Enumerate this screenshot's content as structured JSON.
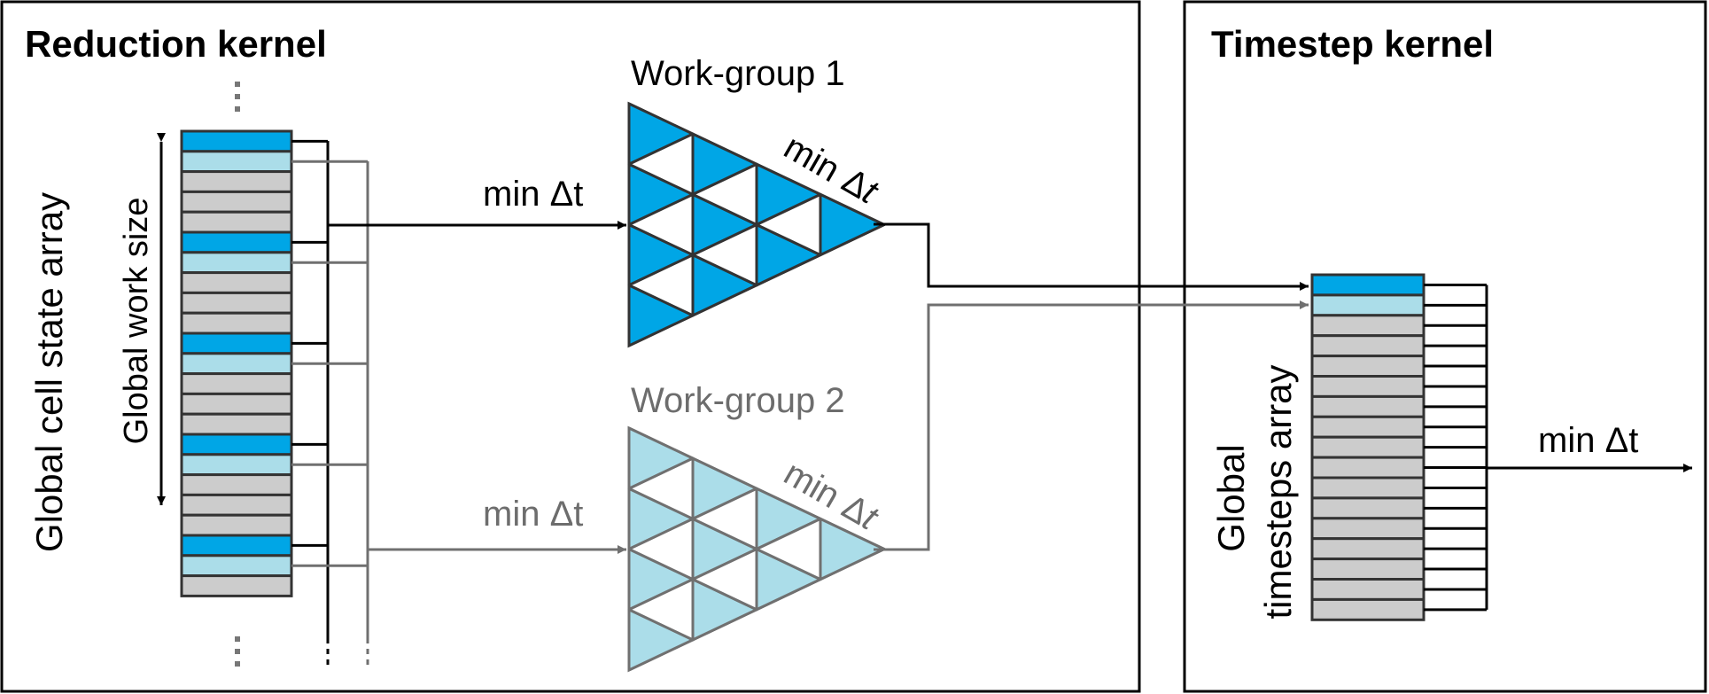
{
  "reduction_kernel": {
    "title": "Reduction kernel",
    "array_label": "Global cell state array",
    "work_size_label": "Global work size"
  },
  "workgroups": [
    {
      "title": "Work-group 1",
      "input_label": "min Δt",
      "output_label_prefix": "min Δ",
      "output_label_var": "t"
    },
    {
      "title": "Work-group 2",
      "input_label": "min Δt",
      "output_label_prefix": "min Δ",
      "output_label_var": "t"
    }
  ],
  "timestep_kernel": {
    "title": "Timestep kernel",
    "array_label_line1": "Global",
    "array_label_line2": "timesteps array",
    "output_label": "min Δt"
  },
  "colors": {
    "accent_blue": "#00a6e6",
    "light_blue": "#abdde9",
    "cell_gray": "#cccccc",
    "border": "#333333",
    "line_black": "#000000",
    "line_gray": "#707070",
    "text_gray": "#6d6d6d"
  }
}
